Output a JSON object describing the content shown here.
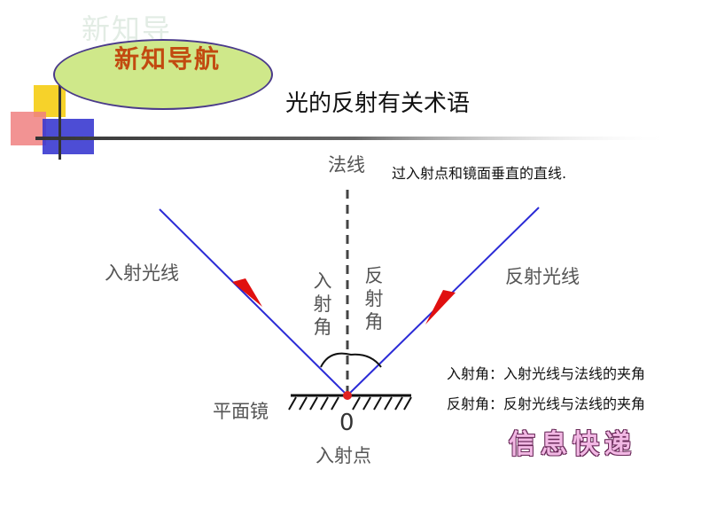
{
  "header": {
    "ghost_title": "新知导",
    "badge_text": "新知导航",
    "heading": "光的反射有关术语"
  },
  "diagram": {
    "normal_label": "法线",
    "normal_definition": "过入射点和镜面垂直的直线.",
    "incident_ray_label": "入射光线",
    "reflected_ray_label": "反射光线",
    "incident_angle_label": "入射角",
    "reflection_angle_label": "反射角",
    "mirror_label": "平面镜",
    "origin_label": "0",
    "incidence_point_label": "入射点",
    "incident_angle_definition": "入射角：入射光线与法线的夹角",
    "reflection_angle_definition": "反射角：反射光线与法线的夹角"
  },
  "logo": {
    "text": "信息快递"
  },
  "colors": {
    "ray": "#2b2bd6",
    "arrow": "#e01010",
    "incidence_point": "#e02020",
    "normal_line": "#444444",
    "badge_fill": "#cfe88a",
    "badge_text": "#c24a10",
    "deco_yellow": "#f6d22a",
    "deco_red": "#f07070",
    "deco_blue": "#3a3ad0"
  }
}
